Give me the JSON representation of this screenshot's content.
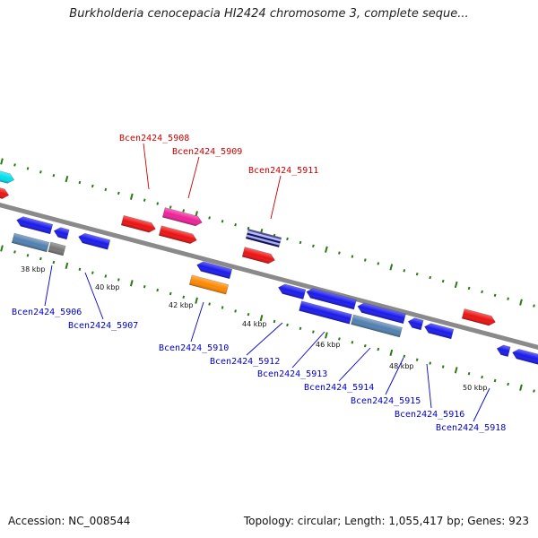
{
  "title": "Burkholderia cenocepacia HI2424 chromosome 3, complete seque...",
  "accession_label": "Accession: NC_008544",
  "summary": "Topology: circular; Length: 1,055,417 bp; Genes: 923",
  "colors": {
    "backbone": "#888888",
    "tick": "#2a7a16",
    "label_forward": "#cc0000",
    "label_reverse": "#0000cc",
    "cds": "#1a1aee",
    "rna": "#ee1111",
    "pink": "#ee2299",
    "orange": "#ff8800",
    "steel": "#5080b0",
    "cyan": "#00e0ee",
    "gray": "#777777"
  },
  "kbp_labels": [
    "38 kbp",
    "40 kbp",
    "42 kbp",
    "44 kbp",
    "46 kbp",
    "48 kbp",
    "50 kbp"
  ],
  "gene_labels": {
    "forward": [
      "Bcen2424_5908",
      "Bcen2424_5909",
      "Bcen2424_5911"
    ],
    "reverse": [
      "Bcen2424_5906",
      "Bcen2424_5907",
      "Bcen2424_5910",
      "Bcen2424_5912",
      "Bcen2424_5913",
      "Bcen2424_5914",
      "Bcen2424_5915",
      "Bcen2424_5916",
      "Bcen2424_5918"
    ]
  }
}
